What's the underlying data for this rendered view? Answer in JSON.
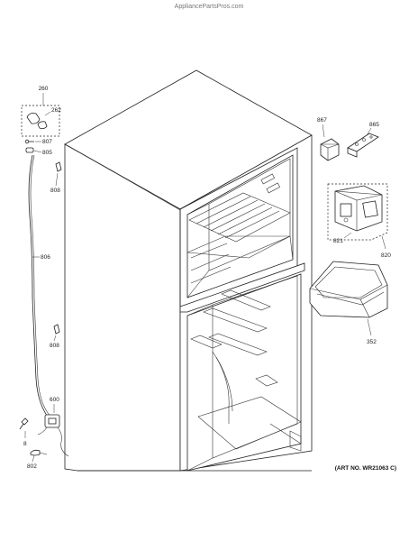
{
  "watermark": "AppliancePartsPros.com",
  "art_number": "(ART NO. WR21063 C)",
  "part_labels": {
    "p260": "260",
    "p262": "262",
    "p807": "807",
    "p805": "805",
    "p808a": "808",
    "p806": "806",
    "p808b": "808",
    "p600": "600",
    "p8": "8",
    "p802": "802",
    "p867": "867",
    "p865": "865",
    "p821": "821",
    "p820": "820",
    "p352": "352"
  }
}
